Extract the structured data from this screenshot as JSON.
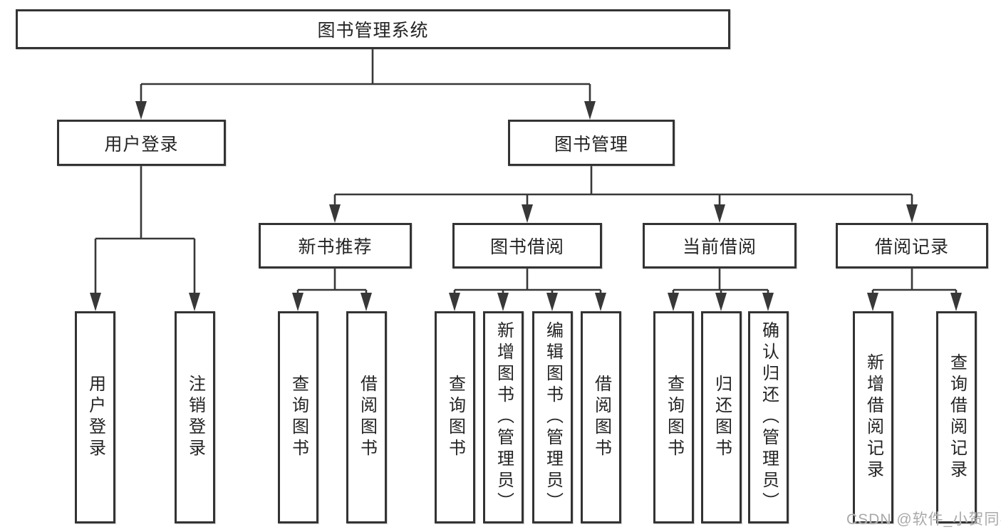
{
  "tree": {
    "root": {
      "label": "图书管理系统"
    },
    "branches": [
      {
        "label": "用户登录",
        "leaves": [
          {
            "label": "用户登录"
          },
          {
            "label": "注销登录"
          }
        ]
      },
      {
        "label": "图书管理",
        "groups": [
          {
            "label": "新书推荐",
            "leaves": [
              {
                "label": "查询图书"
              },
              {
                "label": "借阅图书"
              }
            ]
          },
          {
            "label": "图书借阅",
            "leaves": [
              {
                "label": "查询图书"
              },
              {
                "label": "新增图书（管理员）"
              },
              {
                "label": "编辑图书（管理员）"
              },
              {
                "label": "借阅图书"
              }
            ]
          },
          {
            "label": "当前借阅",
            "leaves": [
              {
                "label": "查询图书"
              },
              {
                "label": "归还图书"
              },
              {
                "label": "确认归还（管理员）"
              }
            ]
          },
          {
            "label": "借阅记录",
            "leaves": [
              {
                "label": "新增借阅记录"
              },
              {
                "label": "查询借阅记录"
              }
            ]
          }
        ]
      }
    ]
  },
  "watermark": {
    "text": "CSDN @软件_小贺同学"
  },
  "colors": {
    "line": "#383838",
    "box_border": "#333333",
    "text": "#242424",
    "watermark": "#a9a9a9",
    "background": "#ffffff"
  }
}
